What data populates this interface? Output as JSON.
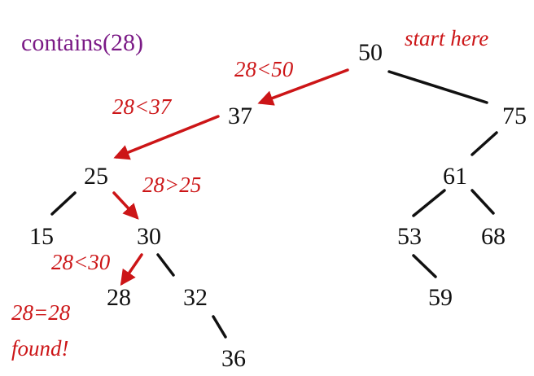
{
  "title": "contains(28)",
  "colors": {
    "title": "#7b1a86",
    "annotation": "#cc1517",
    "node": "#111111",
    "edge": "#111111"
  },
  "nodes": [
    {
      "id": "n50",
      "label": "50"
    },
    {
      "id": "n37",
      "label": "37"
    },
    {
      "id": "n75",
      "label": "75"
    },
    {
      "id": "n25",
      "label": "25"
    },
    {
      "id": "n61",
      "label": "61"
    },
    {
      "id": "n15",
      "label": "15"
    },
    {
      "id": "n30",
      "label": "30"
    },
    {
      "id": "n53",
      "label": "53"
    },
    {
      "id": "n68",
      "label": "68"
    },
    {
      "id": "n28",
      "label": "28"
    },
    {
      "id": "n32",
      "label": "32"
    },
    {
      "id": "n59",
      "label": "59"
    },
    {
      "id": "n36",
      "label": "36"
    }
  ],
  "edges": [
    {
      "from": "n50",
      "to": "n37",
      "search_path": true
    },
    {
      "from": "n50",
      "to": "n75",
      "search_path": false
    },
    {
      "from": "n37",
      "to": "n25",
      "search_path": true
    },
    {
      "from": "n75",
      "to": "n61",
      "search_path": false
    },
    {
      "from": "n25",
      "to": "n15",
      "search_path": false
    },
    {
      "from": "n25",
      "to": "n30",
      "search_path": true
    },
    {
      "from": "n61",
      "to": "n53",
      "search_path": false
    },
    {
      "from": "n61",
      "to": "n68",
      "search_path": false
    },
    {
      "from": "n30",
      "to": "n28",
      "search_path": true
    },
    {
      "from": "n30",
      "to": "n32",
      "search_path": false
    },
    {
      "from": "n53",
      "to": "n59",
      "search_path": false
    },
    {
      "from": "n32",
      "to": "n36",
      "search_path": false
    }
  ],
  "annotations": {
    "start": "start here",
    "cmp_50": "28<50",
    "cmp_37": "28<37",
    "cmp_25": "28>25",
    "cmp_30": "28<30",
    "result_eq": "28=28",
    "result_found": "found!"
  }
}
